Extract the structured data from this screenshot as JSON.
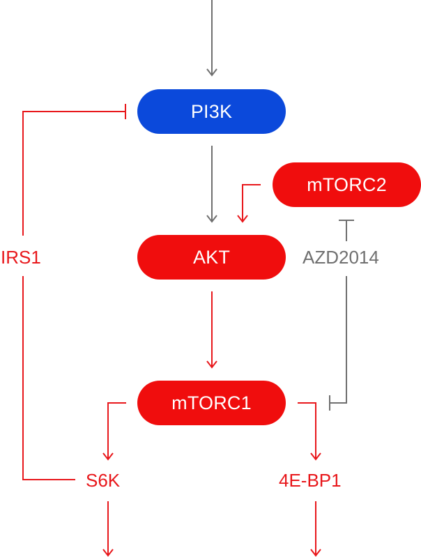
{
  "nodes": {
    "pi3k": "PI3K",
    "mtorc2": "mTORC2",
    "akt": "AKT",
    "mtorc1": "mTORC1"
  },
  "labels": {
    "irs1": "IRS1",
    "azd2014": "AZD2014",
    "s6k": "S6K",
    "bp1": "4E-BP1"
  },
  "colors": {
    "activation_red": "#e8171b",
    "neutral_gray": "#6f6f6f",
    "node_red": "#f00d0d",
    "node_blue": "#0b49db"
  }
}
